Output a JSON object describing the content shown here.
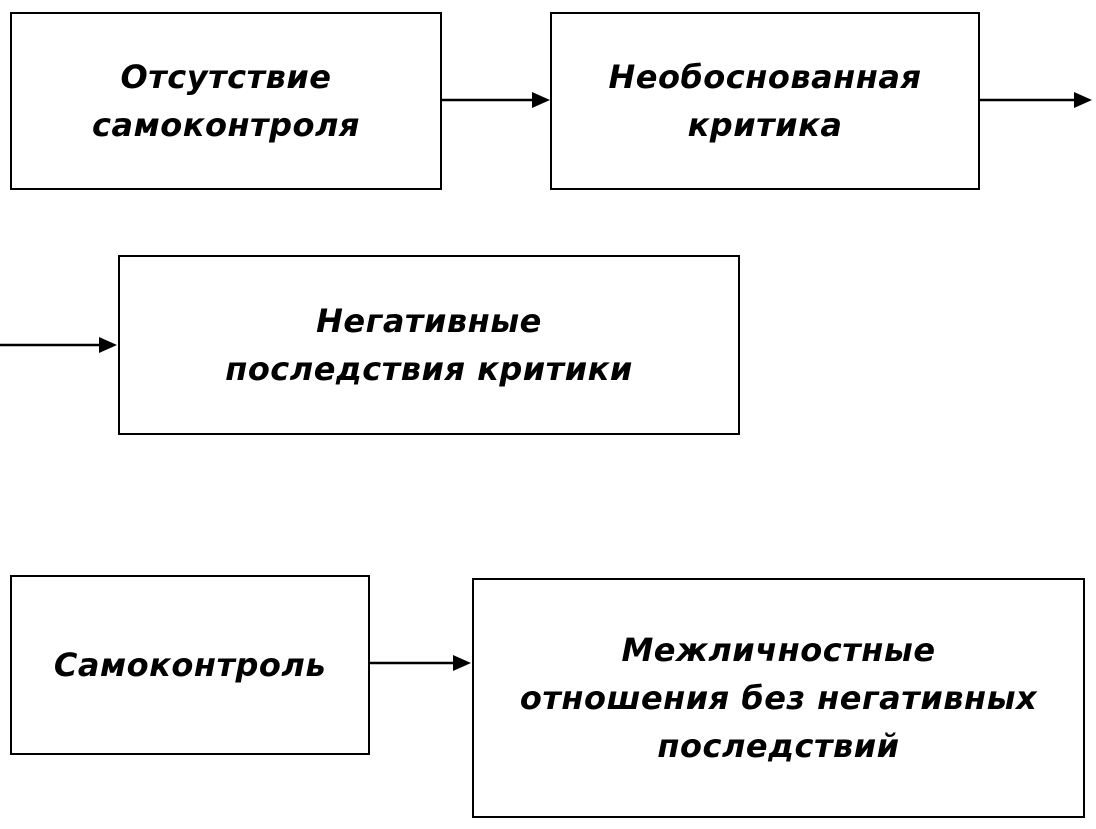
{
  "diagram": {
    "title": "",
    "colors": {
      "border": "#000000",
      "background": "#ffffff",
      "text": "#000000",
      "arrow": "#000000"
    },
    "nodes": [
      {
        "id": "no-self-control",
        "label": "Отсутствие\nсамоконтроля"
      },
      {
        "id": "unjustified-criticism",
        "label": "Необоснованная\nкритика"
      },
      {
        "id": "negative-consequences",
        "label": "Негативные\nпоследствия критики"
      },
      {
        "id": "self-control",
        "label": "Самоконтроль"
      },
      {
        "id": "relations-no-negative",
        "label": "Межличностные\nотношения без негативных\nпоследствий"
      }
    ],
    "edges": [
      {
        "from": "no-self-control",
        "to": "unjustified-criticism"
      },
      {
        "from": "unjustified-criticism",
        "to": "offscreen-right"
      },
      {
        "from": "offscreen-left",
        "to": "negative-consequences"
      },
      {
        "from": "self-control",
        "to": "relations-no-negative"
      }
    ]
  }
}
